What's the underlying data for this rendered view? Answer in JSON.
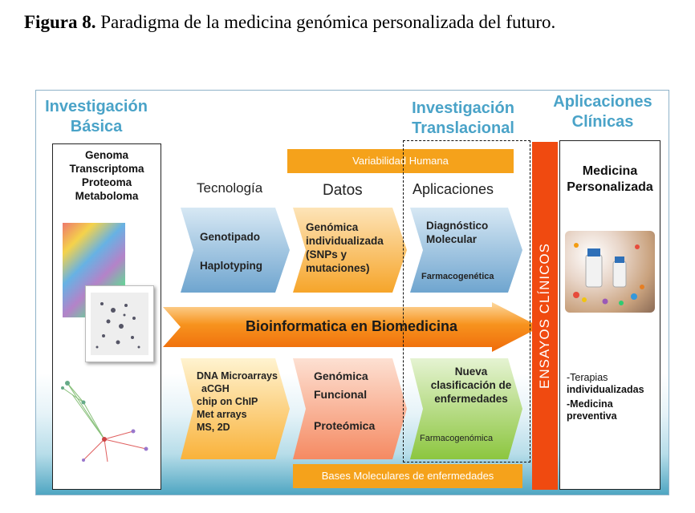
{
  "caption": {
    "label": "Figura 8.",
    "text": " Paradigma de la medicina genómica personalizada del futuro."
  },
  "headers": {
    "basica_1": "Investigación",
    "basica_2": "Básica",
    "translacional_1": "Investigación",
    "translacional_2": "Translacional",
    "clinicas_1": "Aplicaciones",
    "clinicas_2": "Clínicas"
  },
  "omics": [
    "Genoma",
    "Transcriptoma",
    "Proteoma",
    "Metaboloma"
  ],
  "variabilidad": "Variabilidad Humana",
  "bases": "Bases Moleculares de enfermedades",
  "columns": {
    "tecnologia": "Tecnología",
    "datos": "Datos",
    "aplicaciones": "Aplicaciones"
  },
  "top_row": {
    "tec_1": "Genotipado",
    "tec_2": "Haplotyping",
    "datos": [
      "Genómica",
      "individualizada",
      "(SNPs y",
      "mutaciones)"
    ],
    "apl_1": "Diagnóstico",
    "apl_2": "Molecular",
    "apl_3": "Farmacogenética"
  },
  "central": "Bioinformatica en Biomedicina",
  "bottom_row": {
    "tec": [
      "DNA Microarrays",
      "aCGH",
      "chip on ChIP",
      "Met arrays",
      "MS, 2D"
    ],
    "datos_1": "Genómica",
    "datos_2": "Funcional",
    "datos_3": "Proteómica",
    "apl": [
      "Nueva",
      "clasificación de",
      "enfermedades"
    ],
    "apl_4": "Farmacogenómica"
  },
  "ensayos": "ENSAYOS CLÍNICOS",
  "personalizada": {
    "title_1": "Medicina",
    "title_2": "Personalizada",
    "item_1a": "-Terapias",
    "item_1b": "individualizadas",
    "item_2a": "-Medicina",
    "item_2b": "preventiva"
  },
  "colors": {
    "header_blue": "#4aa3c8",
    "orange": "#f5a21b",
    "ensayos_red": "#f04a10",
    "chevron_blue": "#7fb2d6",
    "chevron_orange": "#f9b23a",
    "chevron_green": "#8cc63f",
    "chevron_pink": "#f59a7a"
  }
}
